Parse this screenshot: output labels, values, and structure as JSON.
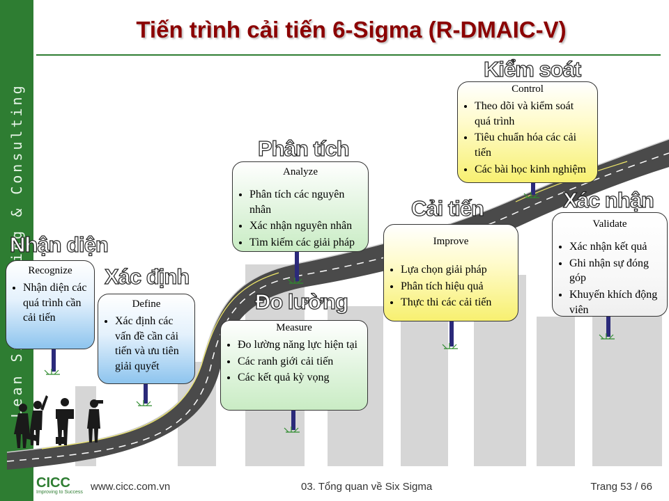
{
  "slide": {
    "title": "Tiến trình cải tiến 6-Sigma (R-DMAIC-V)",
    "sidebar_text": "Lean Six Training & Consulting"
  },
  "phases": {
    "recognize": {
      "vn": "Nhận diện",
      "en": "Recognize",
      "items": [
        "Nhận diện các quá trình cần cải tiến"
      ]
    },
    "define": {
      "vn": "Xác định",
      "en": "Define",
      "items": [
        "Xác định các vấn đề cần cải tiến và ưu tiên giải quyết"
      ]
    },
    "measure": {
      "vn": "Đo lường",
      "en": "Measure",
      "items": [
        "Đo lường năng lực hiện tại",
        "Các ranh giới cải tiến",
        "Các kết quả kỳ vọng"
      ]
    },
    "analyze": {
      "vn": "Phân tích",
      "en": "Analyze",
      "items": [
        "Phân tích các nguyên nhân",
        "Xác nhận nguyên nhân",
        "Tìm kiếm các giải pháp"
      ]
    },
    "improve": {
      "vn": "Cải tiến",
      "en": "Improve",
      "items": [
        "Lựa chọn giải pháp",
        "Phân tích hiệu quả",
        "Thực thi các cải tiến"
      ]
    },
    "control": {
      "vn": "Kiểm soát",
      "en": "Control",
      "items": [
        "Theo dõi và kiểm soát quá trình",
        "Tiêu chuẩn hóa các cải tiến",
        "Các bài học kinh nghiệm"
      ]
    },
    "validate": {
      "vn": "Xác nhận",
      "en": "Validate",
      "items": [
        "Xác nhận kết quả",
        "Ghi nhận sự đóng góp",
        "Khuyến khích động viên"
      ]
    }
  },
  "footer": {
    "logo": "CICC",
    "slogan": "Improving to Success",
    "website": "www.cicc.com.vn",
    "section": "03. Tổng quan về Six Sigma",
    "page": "Trang 53 / 66"
  }
}
